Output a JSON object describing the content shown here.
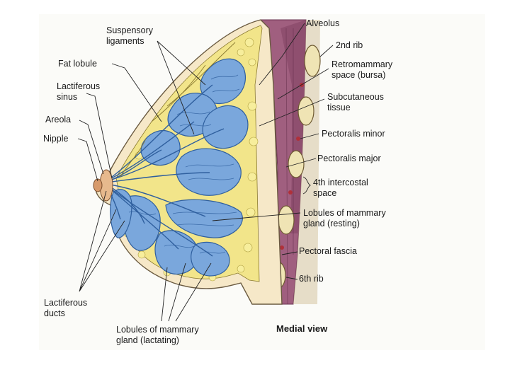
{
  "labels": {
    "alveolus": "Alveolus",
    "suspensory_ligaments": [
      "Suspensory",
      "ligaments"
    ],
    "fat_lobule": "Fat lobule",
    "lactiferous_sinus": [
      "Lactiferous",
      "sinus"
    ],
    "areola": "Areola",
    "nipple": "Nipple",
    "second_rib": "2nd rib",
    "retromammary_space": [
      "Retromammary",
      "space (bursa)"
    ],
    "subcutaneous_tissue": [
      "Subcutaneous",
      "tissue"
    ],
    "pectoralis_minor": "Pectoralis minor",
    "pectoralis_major": "Pectoralis major",
    "fourth_intercostal_space": [
      "4th intercostal",
      "space"
    ],
    "lobules_resting": [
      "Lobules of mammary",
      "gland (resting)"
    ],
    "pectoral_fascia": "Pectoral fascia",
    "sixth_rib": "6th rib",
    "lactiferous_ducts": [
      "Lactiferous",
      "ducts"
    ],
    "lobules_lactating": [
      "Lobules of mammary",
      "gland (lactating)"
    ],
    "view": "Medial view"
  },
  "colors": {
    "skin": "#f6e8c8",
    "fat": "#f2e58a",
    "gland": "#7aa7dc",
    "gland_dark": "#2f5f9e",
    "muscle": "#9a5a78",
    "rib": "#efe4b4"
  }
}
